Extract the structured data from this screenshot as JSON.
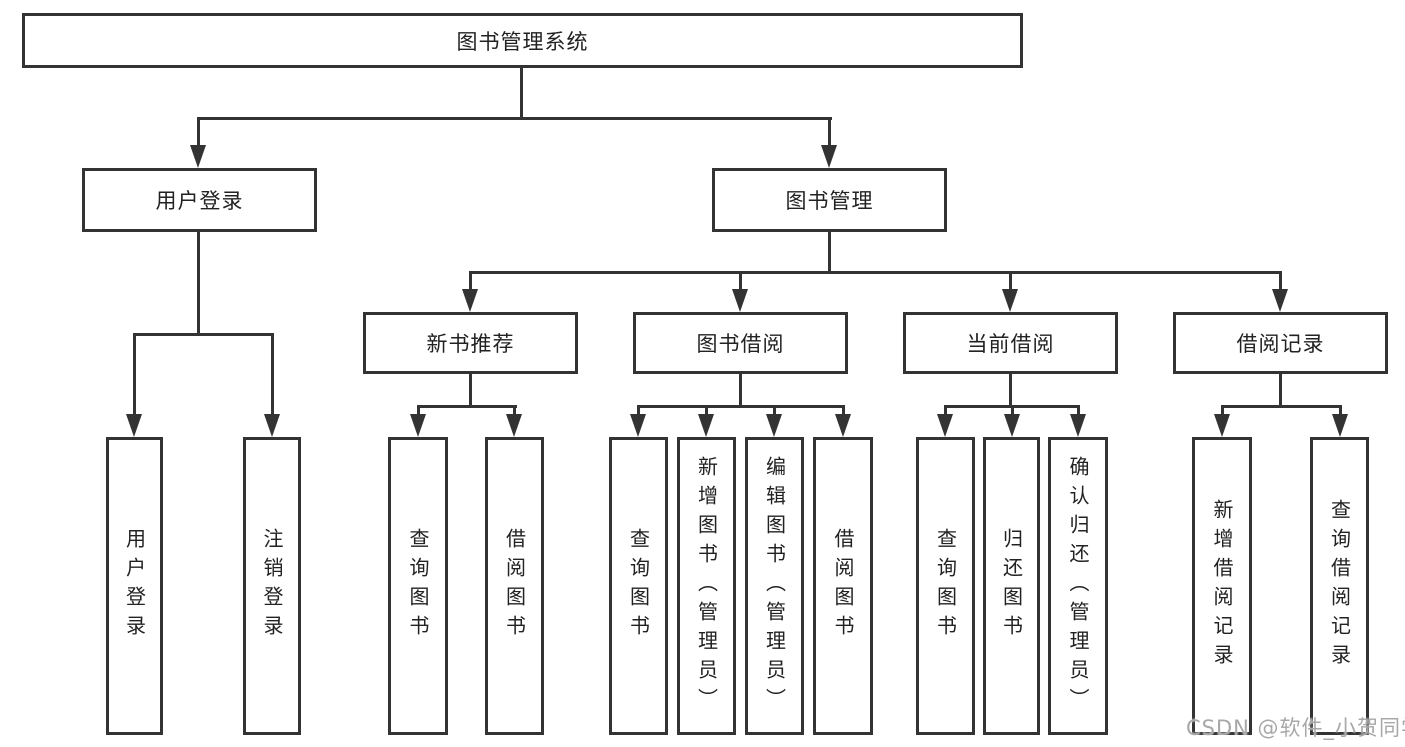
{
  "title": "图书管理系统",
  "watermark": "CSDN @软件_小贺同学",
  "colors": {
    "line": "#333333",
    "box_border": "#333333",
    "box_background": "#ffffff",
    "text": "#222222",
    "watermark": "#a8a8a8",
    "page_background": "#ffffff"
  },
  "tree": {
    "root": {
      "label": "图书管理系统"
    },
    "branches": [
      {
        "label": "用户登录",
        "children": [
          "用户登录",
          "注销登录"
        ]
      },
      {
        "label": "图书管理",
        "sections": [
          {
            "label": "新书推荐",
            "children": [
              "查询图书",
              "借阅图书"
            ]
          },
          {
            "label": "图书借阅",
            "children": [
              "查询图书",
              "新增图书（管理员）",
              "编辑图书（管理员）",
              "借阅图书"
            ]
          },
          {
            "label": "当前借阅",
            "children": [
              "查询图书",
              "归还图书",
              "确认归还（管理员）"
            ]
          },
          {
            "label": "借阅记录",
            "children": [
              "新增借阅记录",
              "查询借阅记录"
            ]
          }
        ]
      }
    ]
  }
}
